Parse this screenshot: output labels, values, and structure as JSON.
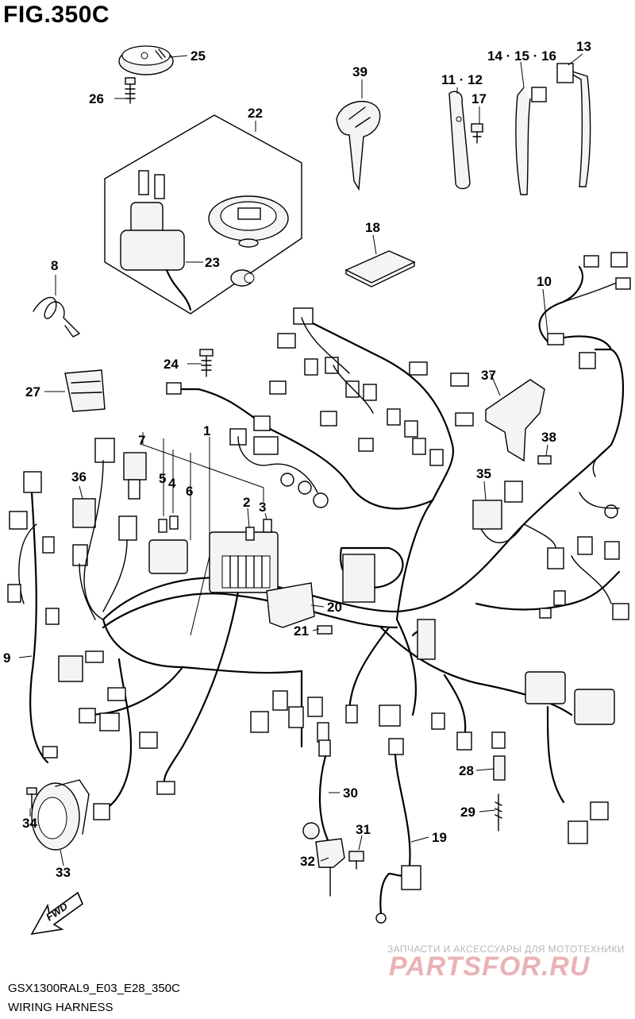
{
  "figure": {
    "title": "FIG.350C",
    "model_code": "GSX1300RAL9_E03_E28_350C",
    "section_name": "WIRING HARNESS",
    "direction_label": "FWD"
  },
  "callouts": {
    "c1": "1",
    "c2": "2",
    "c3": "3",
    "c4": "4",
    "c5": "5",
    "c6": "6",
    "c7": "7",
    "c8": "8",
    "c9": "9",
    "c10": "10",
    "c11_12": "11 · 12",
    "c13": "13",
    "c14_16": "14 · 15 · 16",
    "c17": "17",
    "c18": "18",
    "c19": "19",
    "c20": "20",
    "c21": "21",
    "c22": "22",
    "c23": "23",
    "c24": "24",
    "c25": "25",
    "c26": "26",
    "c27": "27",
    "c28": "28",
    "c29": "29",
    "c30": "30",
    "c31": "31",
    "c32": "32",
    "c33": "33",
    "c34": "34",
    "c35": "35",
    "c36": "36",
    "c37": "37",
    "c38": "38",
    "c39": "39"
  },
  "watermark": {
    "tagline": "ЗАПЧАСТИ И АКСЕССУАРЫ ДЛЯ МОТОТЕХНИКИ",
    "logo": "PARTSFOR.RU"
  },
  "colors": {
    "ink": "#000000",
    "watermark_logo": "#e9b3b6",
    "watermark_text": "#b7b7b7"
  }
}
